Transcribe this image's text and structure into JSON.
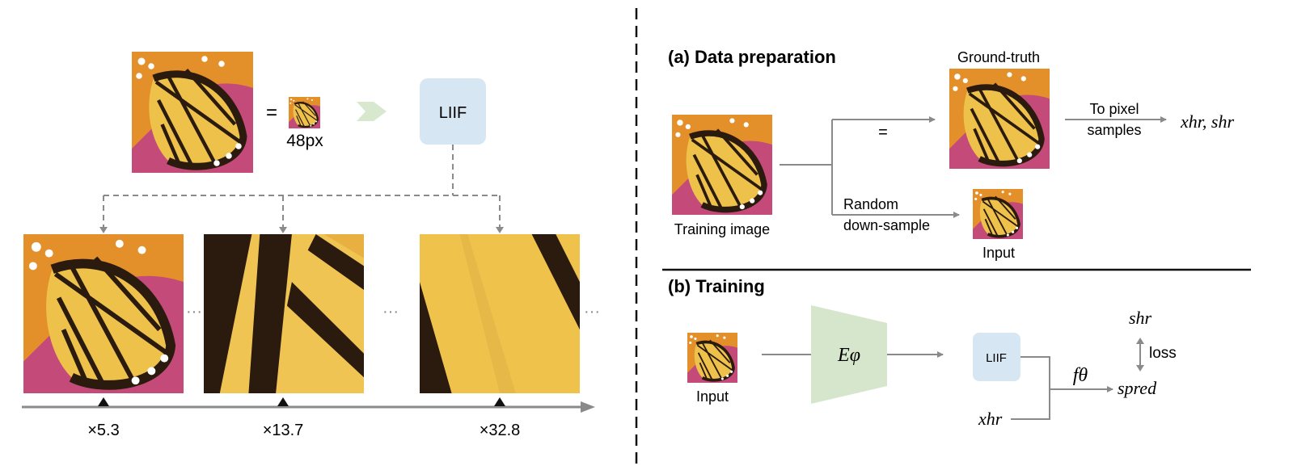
{
  "left_panel": {
    "equals": "=",
    "size_label": "48px",
    "liif_label": "LIIF",
    "ellipsis": "···",
    "scales": [
      "×5.3",
      "×13.7",
      "×32.8"
    ]
  },
  "data_prep": {
    "title": "(a) Data preparation",
    "training_image_label": "Training image",
    "ground_truth_label": "Ground-truth",
    "equals": "=",
    "random_label_1": "Random",
    "random_label_2": "down-sample",
    "input_label": "Input",
    "to_pixel_1": "To pixel",
    "to_pixel_2": "samples",
    "output_math": "xhr, shr"
  },
  "training": {
    "title": "(b) Training",
    "input_label": "Input",
    "encoder_label": "Eφ",
    "liif_label": "LIIF",
    "f_theta": "fθ",
    "s_pred": "spred",
    "s_hr": "shr",
    "x_hr": "xhr",
    "loss_label": "loss"
  },
  "colors": {
    "liif_box": "#d6e6f2",
    "encoder": "#d5e6cc",
    "arrow_green": "#d8e8cf",
    "line_gray": "#8a8a8a",
    "wing_yellow": "#eec24a",
    "wing_orange": "#e4902a",
    "vein_dark": "#2b1a0e",
    "flower_pink": "#c44a7a"
  }
}
